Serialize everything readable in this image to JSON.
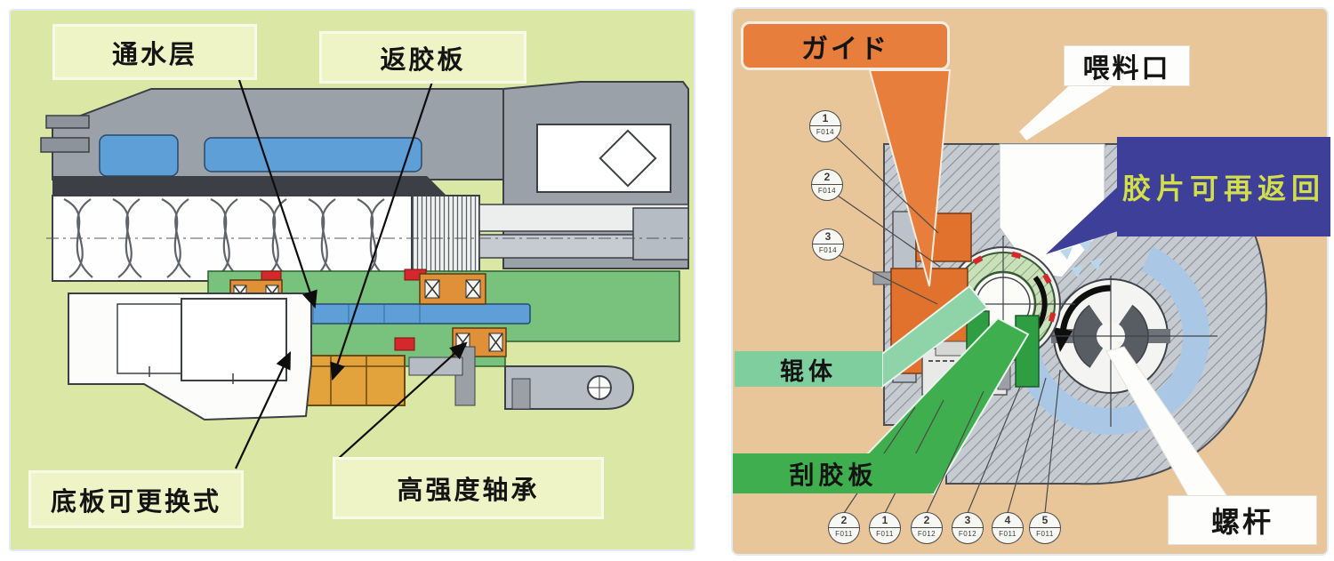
{
  "left_panel": {
    "label_water_layer": "通水层",
    "label_return_plate": "返胶板",
    "label_replaceable_base": "底板可更换式",
    "label_high_strength_bearing": "高强度轴承"
  },
  "right_panel": {
    "callout_guide": "ガイド",
    "callout_feed_port": "喂料口",
    "callout_film_return": "胶片可再返回",
    "callout_roller": "辊体",
    "callout_scraper": "刮胶板",
    "callout_screw": "螺杆",
    "balloons_left": [
      {
        "num": "1",
        "code": "F014"
      },
      {
        "num": "2",
        "code": "F014"
      },
      {
        "num": "3",
        "code": "F014"
      }
    ],
    "balloons_bottom": [
      {
        "num": "2",
        "code": "F011"
      },
      {
        "num": "1",
        "code": "F011"
      },
      {
        "num": "2",
        "code": "F012"
      },
      {
        "num": "3",
        "code": "F012"
      },
      {
        "num": "4",
        "code": "F011"
      },
      {
        "num": "5",
        "code": "F011"
      }
    ]
  },
  "colors": {
    "left_panel_bg": "#dbe7a4",
    "label_box_bg": "#eef4c6",
    "right_panel_bg": "#e9c59a",
    "guide_orange": "#e87e3c",
    "film_return_blue": "#3d3f99",
    "film_return_text": "#d2df4a",
    "roller_banner_green": "#7fcf9e",
    "scraper_banner_green": "#3fae4e",
    "water_slot_blue": "#5e9fd7",
    "bearing_orange": "#e09038",
    "gearbox_green": "#79c27d",
    "seal_red": "#d5282c"
  }
}
